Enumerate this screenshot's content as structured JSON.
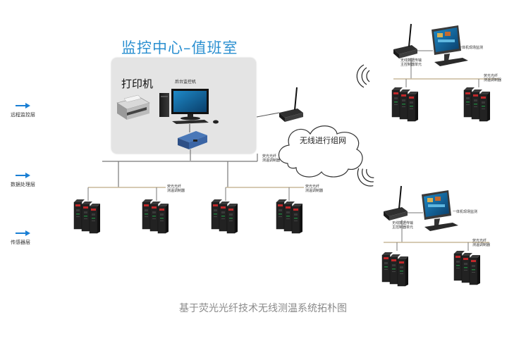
{
  "header": {
    "title": "监控中心–值班室"
  },
  "control_room": {
    "printer_label": "打印机",
    "server_label": "后台监控机"
  },
  "layers": {
    "remote": "远程监控层",
    "data": "数据处理层",
    "sensing": "传感器层"
  },
  "network": {
    "cloud_label": "无线进行组网"
  },
  "tiny_labels": {
    "hub_main": [
      "荧光光纤",
      "测温调制器"
    ],
    "group_1": [
      "荧光光纤",
      "测温调制器"
    ],
    "group_2": [
      "荧光光纤",
      "测温调制器"
    ],
    "right_top_modem": [
      "无线数据传输",
      "主控制器单元"
    ],
    "right_top_hub": [
      "荧光光纤",
      "测温调制器"
    ],
    "right_bot_modem": [
      "无线数据传输",
      "主控制器单元"
    ],
    "right_bot_hub": [
      "荧光光纤",
      "测温调制器"
    ],
    "monitor_top": "一体机现场监测",
    "monitor_bot": "一体机现场监测"
  },
  "footer": {
    "caption": "基于荧光光纤技术无线测温系统拓朴图"
  },
  "colors": {
    "accent_blue": "#2a8fd0",
    "arrow_blue": "#1a7fd4",
    "device_red": "#c0282a"
  }
}
